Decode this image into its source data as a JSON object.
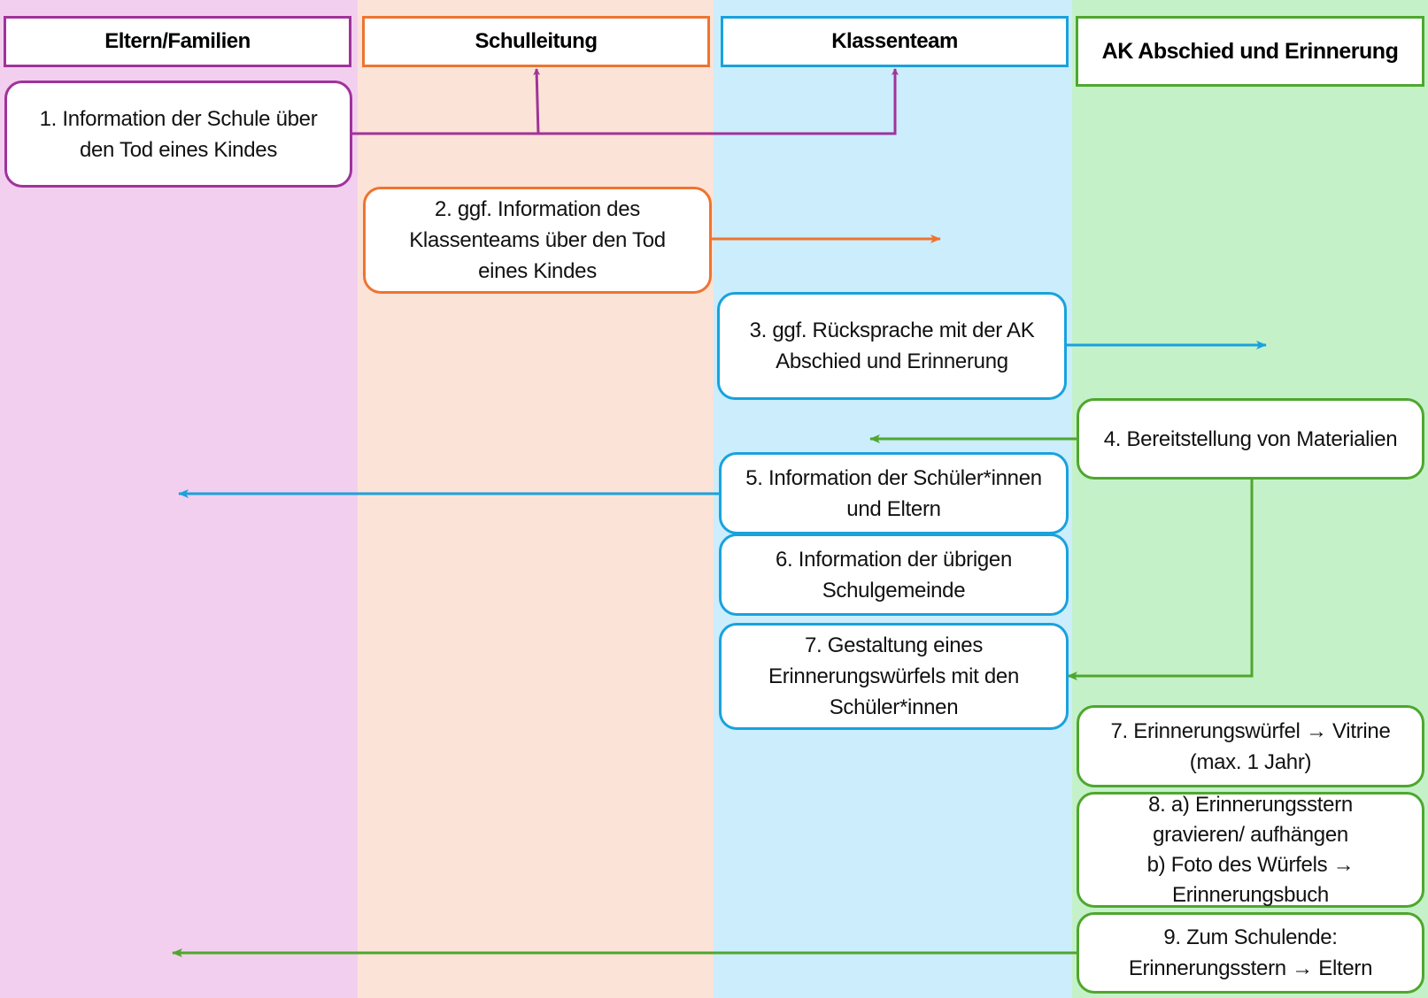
{
  "lanes": [
    {
      "label": "Eltern/Familien",
      "color": "#a0339a",
      "background": "#f2cfee"
    },
    {
      "label": "Schulleitung",
      "color": "#ee7430",
      "background": "#fce3d7"
    },
    {
      "label": "Klassenteam",
      "color": "#19a2dc",
      "background": "#cbedfc"
    },
    {
      "label": "AK Abschied und Erinnerung",
      "color": "#4ea72e",
      "background": "#c5f1c9"
    }
  ],
  "steps": [
    {
      "text": "1. Information der Schule über\nden Tod eines Kindes",
      "lane": "Eltern/Familien"
    },
    {
      "text": "2. ggf. Information des\nKlassenteams über den Tod\neines Kindes",
      "lane": "Schulleitung"
    },
    {
      "text": "3. ggf. Rücksprache mit der AK\nAbschied und Erinnerung",
      "lane": "Klassenteam"
    },
    {
      "text": "4. Bereitstellung von Materialien",
      "lane": "AK Abschied und Erinnerung"
    },
    {
      "text": "5. Information der Schüler*innen\nund Eltern",
      "lane": "Klassenteam"
    },
    {
      "text": "6. Information der übrigen\nSchulgemeinde",
      "lane": "Klassenteam"
    },
    {
      "text": "7. Gestaltung eines\nErinnerungswürfels mit den\nSchüler*innen",
      "lane": "Klassenteam"
    },
    {
      "text": "7. Erinnerungswürfel → Vitrine\n(max. 1 Jahr)",
      "lane": "AK Abschied und Erinnerung"
    },
    {
      "text": "8. a) Erinnerungsstern\ngravieren/ aufhängen\nb) Foto des Würfels →\nErinnerungsbuch",
      "lane": "AK Abschied und Erinnerung"
    },
    {
      "text": "9. Zum Schulende:\nErinnerungsstern → Eltern",
      "lane": "AK Abschied und Erinnerung"
    }
  ],
  "connectors": [
    {
      "from": "step-1",
      "to": "Schulleitung",
      "color": "#a0339a"
    },
    {
      "from": "step-1",
      "to": "Klassenteam",
      "color": "#a0339a"
    },
    {
      "from": "step-2",
      "to": "Klassenteam",
      "color": "#ee7430"
    },
    {
      "from": "step-3",
      "to": "AK Abschied und Erinnerung",
      "color": "#19a2dc"
    },
    {
      "from": "step-4",
      "to": "Klassenteam",
      "color": "#4ea72e"
    },
    {
      "from": "step-4",
      "to": "step-7",
      "color": "#4ea72e"
    },
    {
      "from": "step-5",
      "to": "Eltern/Familien",
      "color": "#19a2dc"
    },
    {
      "from": "step-9",
      "to": "Eltern/Familien",
      "color": "#4ea72e"
    }
  ]
}
